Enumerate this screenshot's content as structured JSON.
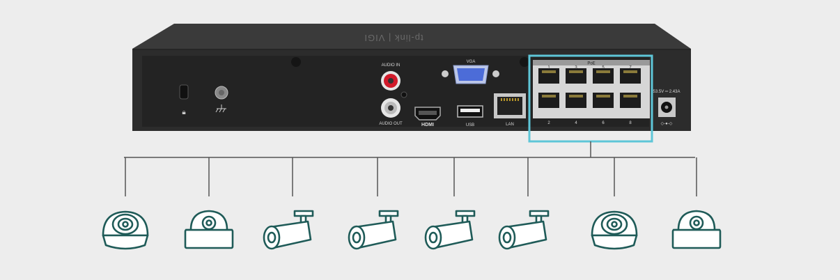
{
  "brand": {
    "text": "tp-link | VIGI"
  },
  "ports": {
    "audio_in": "AUDIO IN",
    "audio_out": "AUDIO OUT",
    "vga": "VGA",
    "hdmi": "HDMI",
    "usb": "USB",
    "lan": "LAN",
    "poe": "PoE",
    "poe_top_numbers": [
      "1",
      "3",
      "5",
      "7"
    ],
    "poe_bottom_numbers": [
      "2",
      "4",
      "6",
      "8"
    ],
    "power_rating": "53.5V ═ 2.43A"
  },
  "cameras": [
    "dome",
    "turret",
    "bullet",
    "bullet",
    "bullet",
    "bullet",
    "dome",
    "turret"
  ],
  "colors": {
    "background": "#ededed",
    "device": "#2b2b2b",
    "highlight": "#5ec6d8",
    "camera_stroke": "#1f5b58",
    "line": "#555555"
  }
}
